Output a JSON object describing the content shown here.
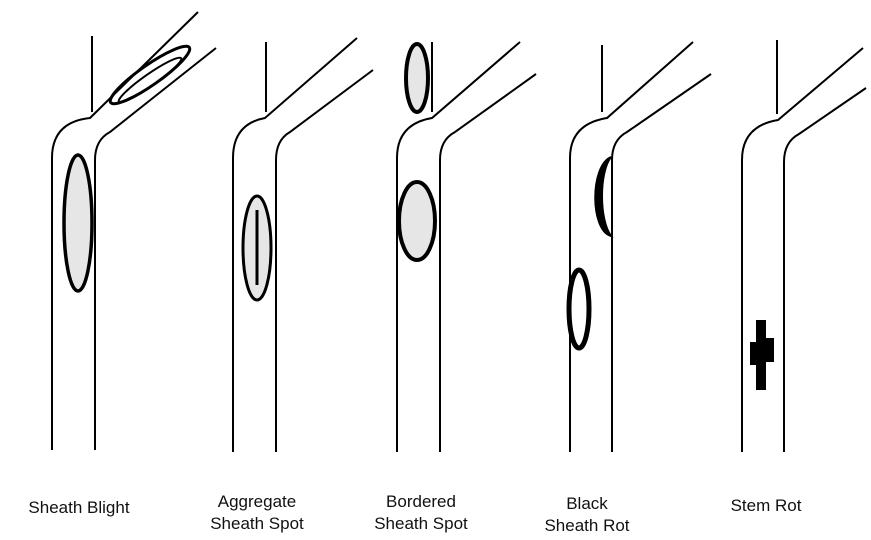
{
  "colors": {
    "stroke": "#000000",
    "lesion_fill": "#e6e6e6",
    "background": "#ffffff"
  },
  "panels": [
    {
      "id": "sheath-blight",
      "label_lines": [
        "Sheath Blight"
      ]
    },
    {
      "id": "aggregate-sheath-spot",
      "label_lines": [
        "Aggregate",
        "Sheath Spot"
      ]
    },
    {
      "id": "bordered-sheath-spot",
      "label_lines": [
        "Bordered",
        "Sheath Spot"
      ]
    },
    {
      "id": "black-sheath-rot",
      "label_lines": [
        "Black",
        "Sheath Rot"
      ]
    },
    {
      "id": "stem-rot",
      "label_lines": [
        "Stem Rot"
      ]
    }
  ]
}
